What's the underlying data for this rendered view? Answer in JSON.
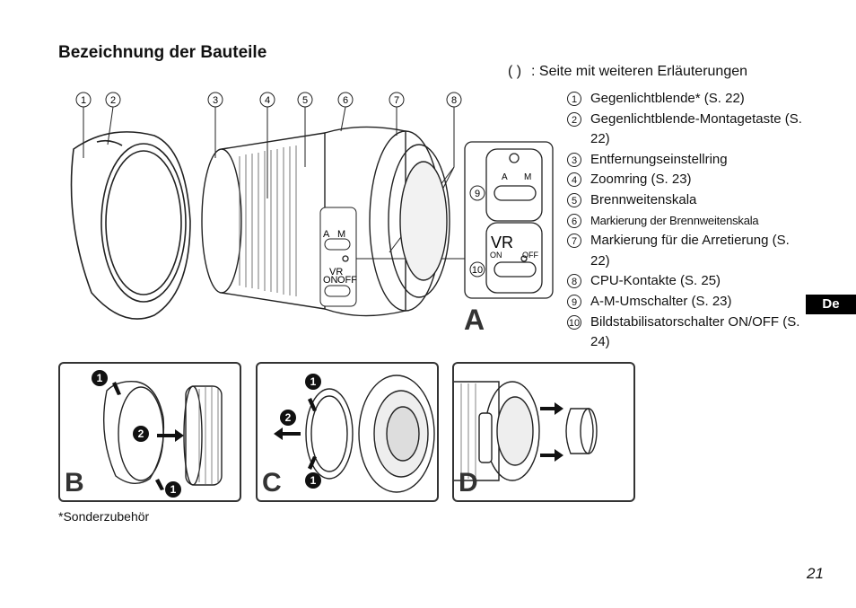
{
  "heading": "Bezeichnung der Bauteile",
  "legend_note": {
    "paren": "(   )",
    "text": ": Seite mit weiteren Erläuterungen"
  },
  "callout_numbers": [
    "1",
    "2",
    "3",
    "4",
    "5",
    "6",
    "7",
    "8",
    "9",
    "10"
  ],
  "parts": [
    {
      "num": "1",
      "label": "Gegenlichtblende* (S. 22)"
    },
    {
      "num": "2",
      "label": "Gegenlichtblende-Montagetaste (S. 22)"
    },
    {
      "num": "3",
      "label": "Entfernungseinstellring"
    },
    {
      "num": "4",
      "label": "Zoomring (S. 23)"
    },
    {
      "num": "5",
      "label": "Brennweitenskala"
    },
    {
      "num": "6",
      "label": "Markierung der Brennweitenskala"
    },
    {
      "num": "7",
      "label": "Markierung für die Arretierung (S. 22)"
    },
    {
      "num": "8",
      "label": "CPU-Kontakte (S. 25)"
    },
    {
      "num": "9",
      "label": "A-M-Umschalter (S. 23)"
    },
    {
      "num": "10",
      "label": "Bildstabilisatorschalter ON/OFF (S. 24)"
    }
  ],
  "switch_labels": {
    "a": "A",
    "m": "M",
    "vr": "VR",
    "on": "ON",
    "off": "OFF"
  },
  "figure_letters": {
    "a": "A",
    "b": "B",
    "c": "C",
    "d": "D"
  },
  "step_numbers": {
    "one": "1",
    "two": "2"
  },
  "lang_tab": "De",
  "footnote": "*Sonderzubehör",
  "page_number": "21"
}
